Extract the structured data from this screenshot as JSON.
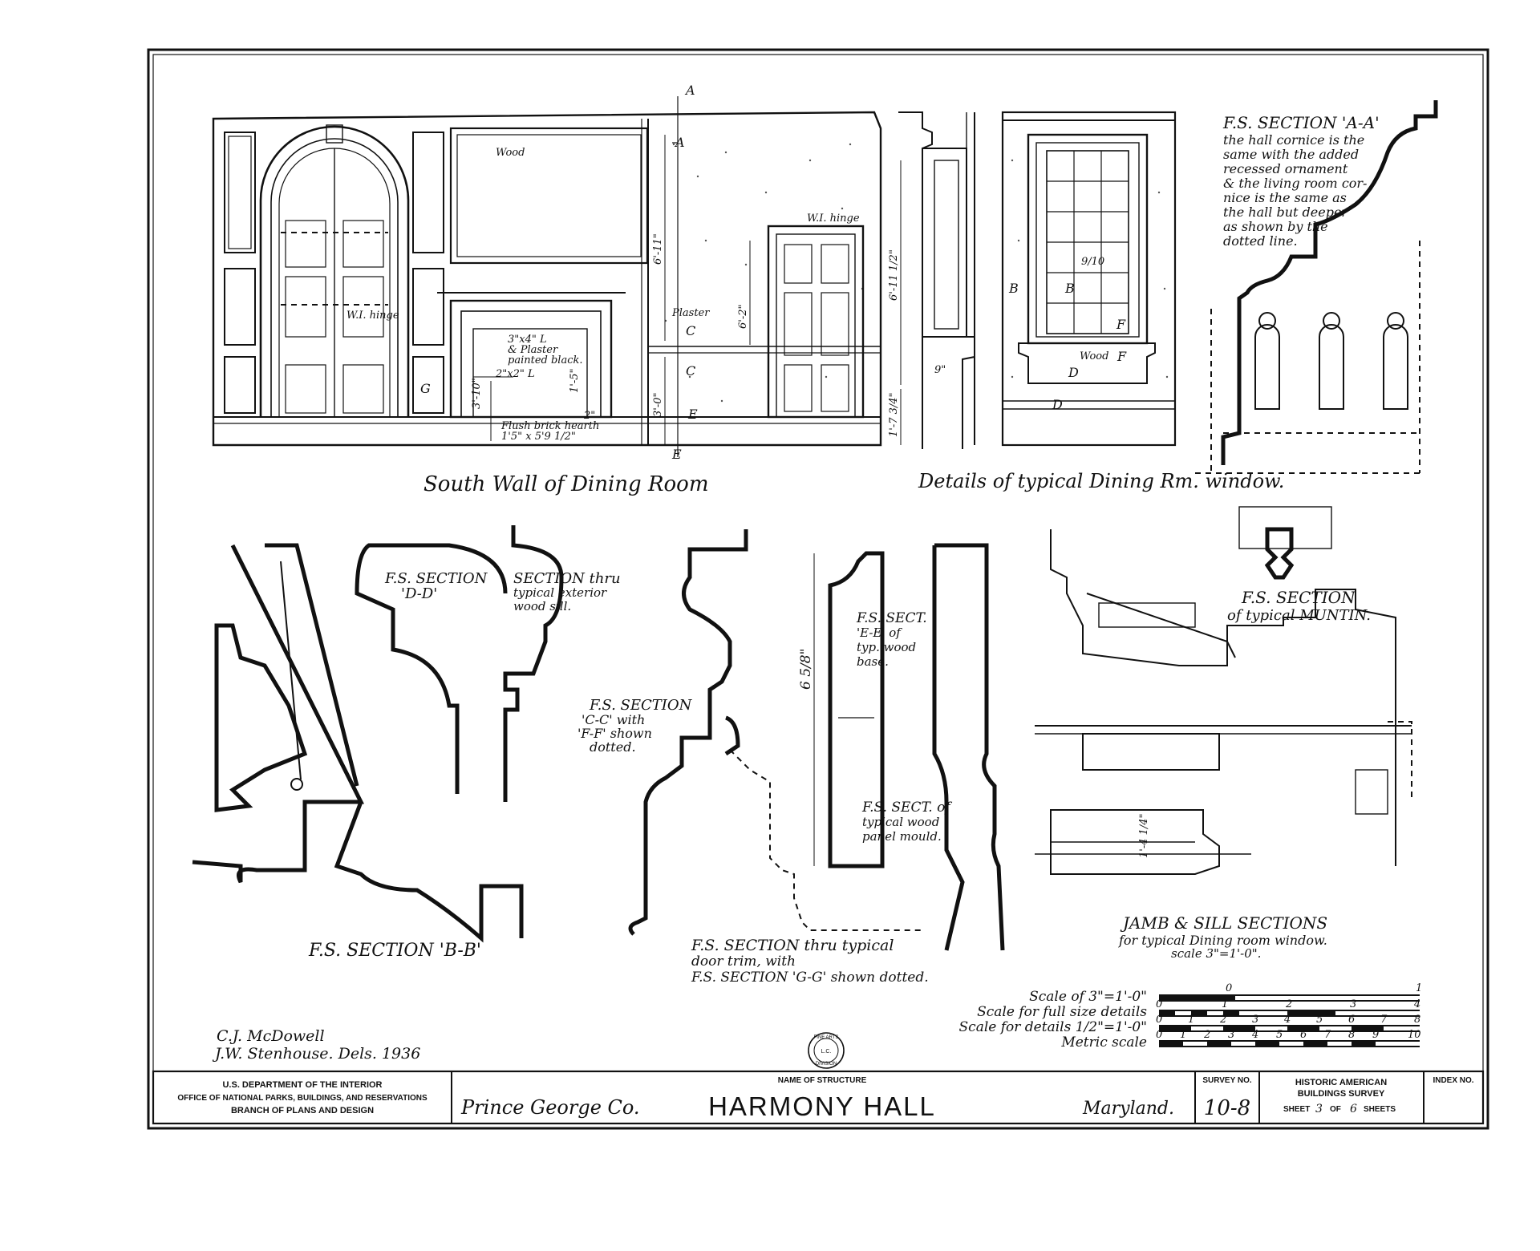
{
  "drawing_labels": {
    "south_wall": "South Wall of Dining Room",
    "window_details": "Details of typical Dining Rm. window.",
    "section_aa_title": "F.S. SECTION 'A-A'",
    "section_aa_note": [
      "the hall cornice is the",
      "same with the added",
      "recessed ornament",
      "& the living room cor-",
      "nice is the same as",
      "the hall but deeper",
      "as shown by the",
      "dotted line."
    ],
    "section_dd": [
      "F.S. SECTION",
      "'D-D'"
    ],
    "section_sill": [
      "SECTION thru",
      "typical exterior",
      "wood sill."
    ],
    "section_cc": [
      "F.S. SECTION",
      "'C-C' with",
      "'F-F' shown",
      "dotted."
    ],
    "section_ee": [
      "F.S. SECT.",
      "'E-E' of",
      "typ. wood",
      "base."
    ],
    "section_panel": [
      "F.S. SECT. of",
      "typical wood",
      "panel mould."
    ],
    "section_muntin": [
      "F.S. SECTION",
      "of typical MUNTIN."
    ],
    "section_bb": "F.S. SECTION 'B-B'",
    "door_trim": [
      "F.S. SECTION thru typical",
      "door trim, with",
      "F.S. SECTION 'G-G' shown dotted."
    ],
    "jamb_sill": [
      "JAMB & SILL SECTIONS",
      "for typical Dining room window.",
      "scale 3\"=1'-0\"."
    ]
  },
  "callouts": {
    "wood": "Wood",
    "hinge_left": "W.I. hinge",
    "hinge_right": "W.I. hinge",
    "plaster": "Plaster",
    "fire_note": [
      "3\"x4\" L",
      "& Plaster",
      "painted black."
    ],
    "angle": "2\"x2\" L",
    "hearth": [
      "Flush brick hearth",
      "1'5\" x 5'9 1/2\""
    ],
    "g_mark": "G",
    "a_mark": "A",
    "c_mark": "C",
    "e_mark": "E",
    "b_mark": "B",
    "d_mark": "D",
    "f_mark": "F",
    "pane": "9/10",
    "window_wood": "Wood",
    "dim_6_11": "6'-11\"",
    "dim_6_2": "6'-2\"",
    "dim_1_5": "1'-5\"",
    "dim_3_10": "3'-10\"",
    "dim_3_0": "3'-0\"",
    "dim_2": "2\"",
    "dim_6_11h": "6'-11 1/2\"",
    "dim_1_7": "1'-7 3/4\"",
    "dim_9": "9\"",
    "dim_6_5_8": "6 5/8\"",
    "dim_1_4": "1'-4 1/4\""
  },
  "scales": {
    "rows": [
      "Scale of 3\"=1'-0\"",
      "Scale for full size details",
      "Scale for details 1/2\"=1'-0\"",
      "Metric scale"
    ],
    "row1_ticks": [
      "0",
      "1"
    ],
    "row2_ticks": [
      "0",
      "1",
      "2",
      "3",
      "4"
    ],
    "row3_ticks": [
      "0",
      "1",
      "2",
      "3",
      "4",
      "5",
      "6",
      "7",
      "8"
    ],
    "row4_ticks": [
      "0",
      "1",
      "2",
      "3",
      "4",
      "5",
      "6",
      "7",
      "8",
      "9",
      "10"
    ]
  },
  "delineators": [
    "C.J. McDowell",
    "J.W. Stenhouse.  Dels. 1936"
  ],
  "seal": [
    "FINE ARTS",
    "L.C.",
    "DIVISION"
  ],
  "title_block": {
    "agency": [
      "U.S. DEPARTMENT OF THE INTERIOR",
      "OFFICE OF NATIONAL PARKS, BUILDINGS, AND RESERVATIONS",
      "BRANCH OF PLANS AND DESIGN"
    ],
    "name_of_structure_label": "NAME OF STRUCTURE",
    "county": "Prince George Co.",
    "structure": "HARMONY HALL",
    "state": "Maryland.",
    "survey_no_label": "SURVEY NO.",
    "survey_no": "10-8",
    "habs": [
      "HISTORIC AMERICAN",
      "BUILDINGS SURVEY"
    ],
    "sheet_word": "SHEET",
    "sheet_no": "3",
    "of_word": "OF",
    "sheet_total": "6",
    "sheets_word": "SHEETS",
    "index_label": "INDEX NO."
  }
}
